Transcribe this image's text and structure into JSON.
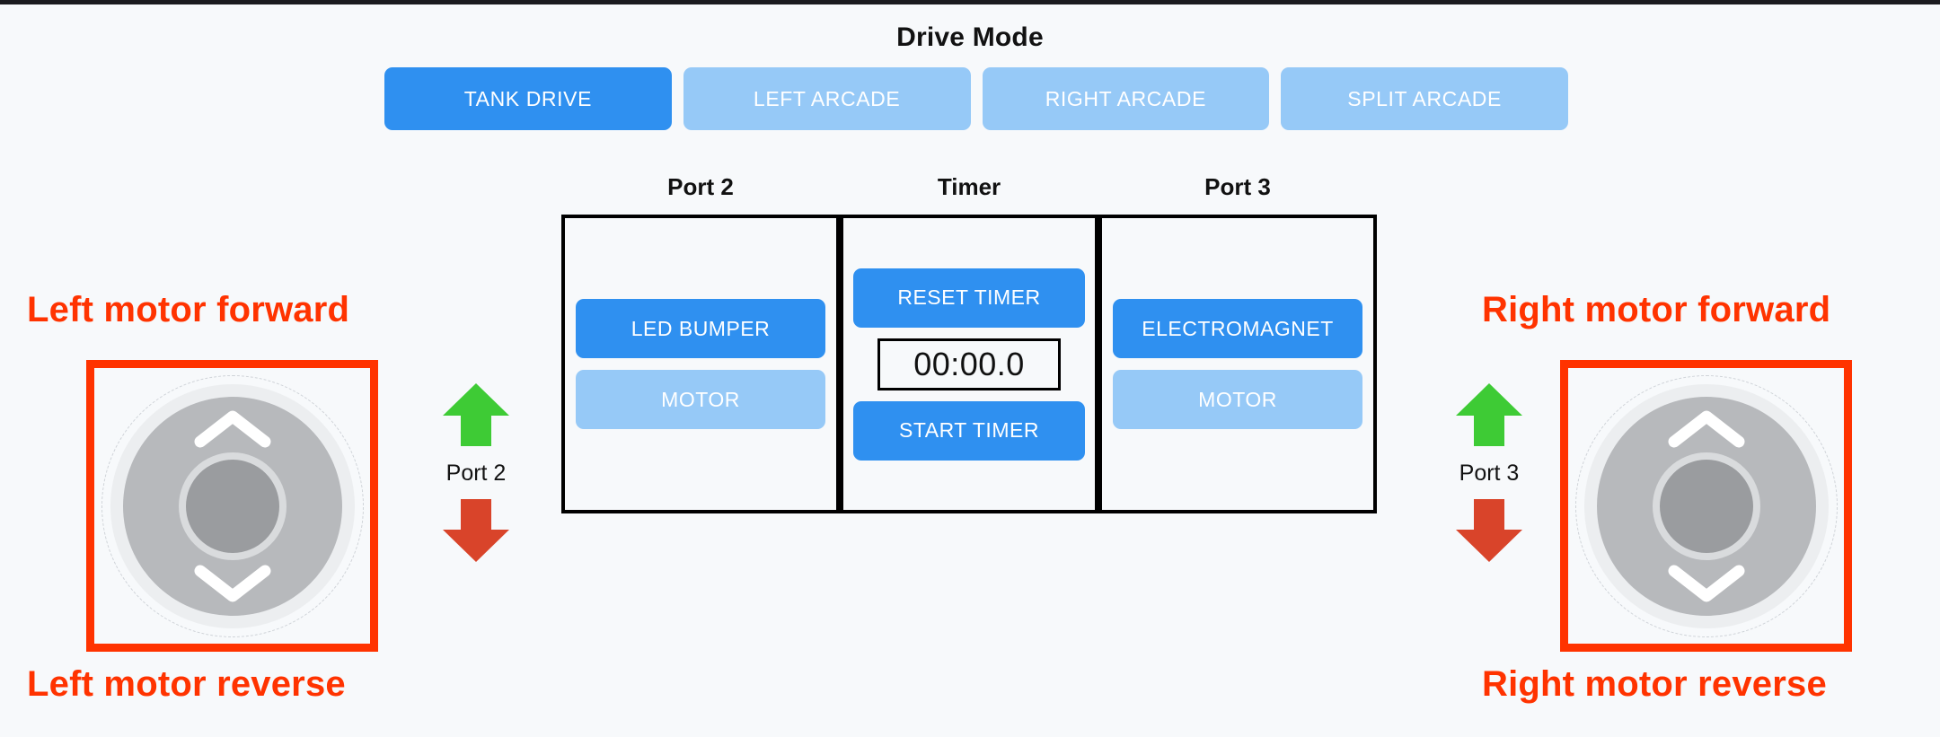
{
  "drive_mode": {
    "title": "Drive Mode",
    "buttons": [
      {
        "label": "TANK DRIVE",
        "state": "active"
      },
      {
        "label": "LEFT ARCADE",
        "state": "inactive"
      },
      {
        "label": "RIGHT ARCADE",
        "state": "inactive"
      },
      {
        "label": "SPLIT ARCADE",
        "state": "inactive"
      }
    ]
  },
  "console": {
    "headers": {
      "port2": "Port 2",
      "timer": "Timer",
      "port3": "Port 3"
    },
    "port2": {
      "primary_label": "LED BUMPER",
      "primary_state": "on",
      "secondary_label": "MOTOR",
      "secondary_state": "off"
    },
    "timer": {
      "reset_label": "RESET TIMER",
      "display_value": "00:00.0",
      "start_label": "START TIMER"
    },
    "port3": {
      "primary_label": "ELECTROMAGNET",
      "primary_state": "on",
      "secondary_label": "MOTOR",
      "secondary_state": "off"
    }
  },
  "annotations": {
    "left_forward": "Left motor forward",
    "left_reverse": "Left motor reverse",
    "right_forward": "Right motor forward",
    "right_reverse": "Right motor reverse"
  },
  "port_arrows": {
    "left": {
      "port_label": "Port 2",
      "up_icon": "arrow-up-icon",
      "down_icon": "arrow-down-icon"
    },
    "right": {
      "port_label": "Port 3",
      "up_icon": "arrow-up-icon",
      "down_icon": "arrow-down-icon"
    }
  },
  "joysticks": {
    "left": {
      "name": "left-joystick",
      "up_icon": "chevron-up-icon",
      "down_icon": "chevron-down-icon"
    },
    "right": {
      "name": "right-joystick",
      "up_icon": "chevron-up-icon",
      "down_icon": "chevron-down-icon"
    }
  },
  "colors": {
    "accent_active": "#2f90f0",
    "accent_inactive": "#96c9f7",
    "annotation_red": "#ff3300",
    "arrow_up_green": "#3ecb35",
    "arrow_down_red": "#d9442a",
    "background": "#f7f9fb",
    "border_black": "#000000"
  }
}
